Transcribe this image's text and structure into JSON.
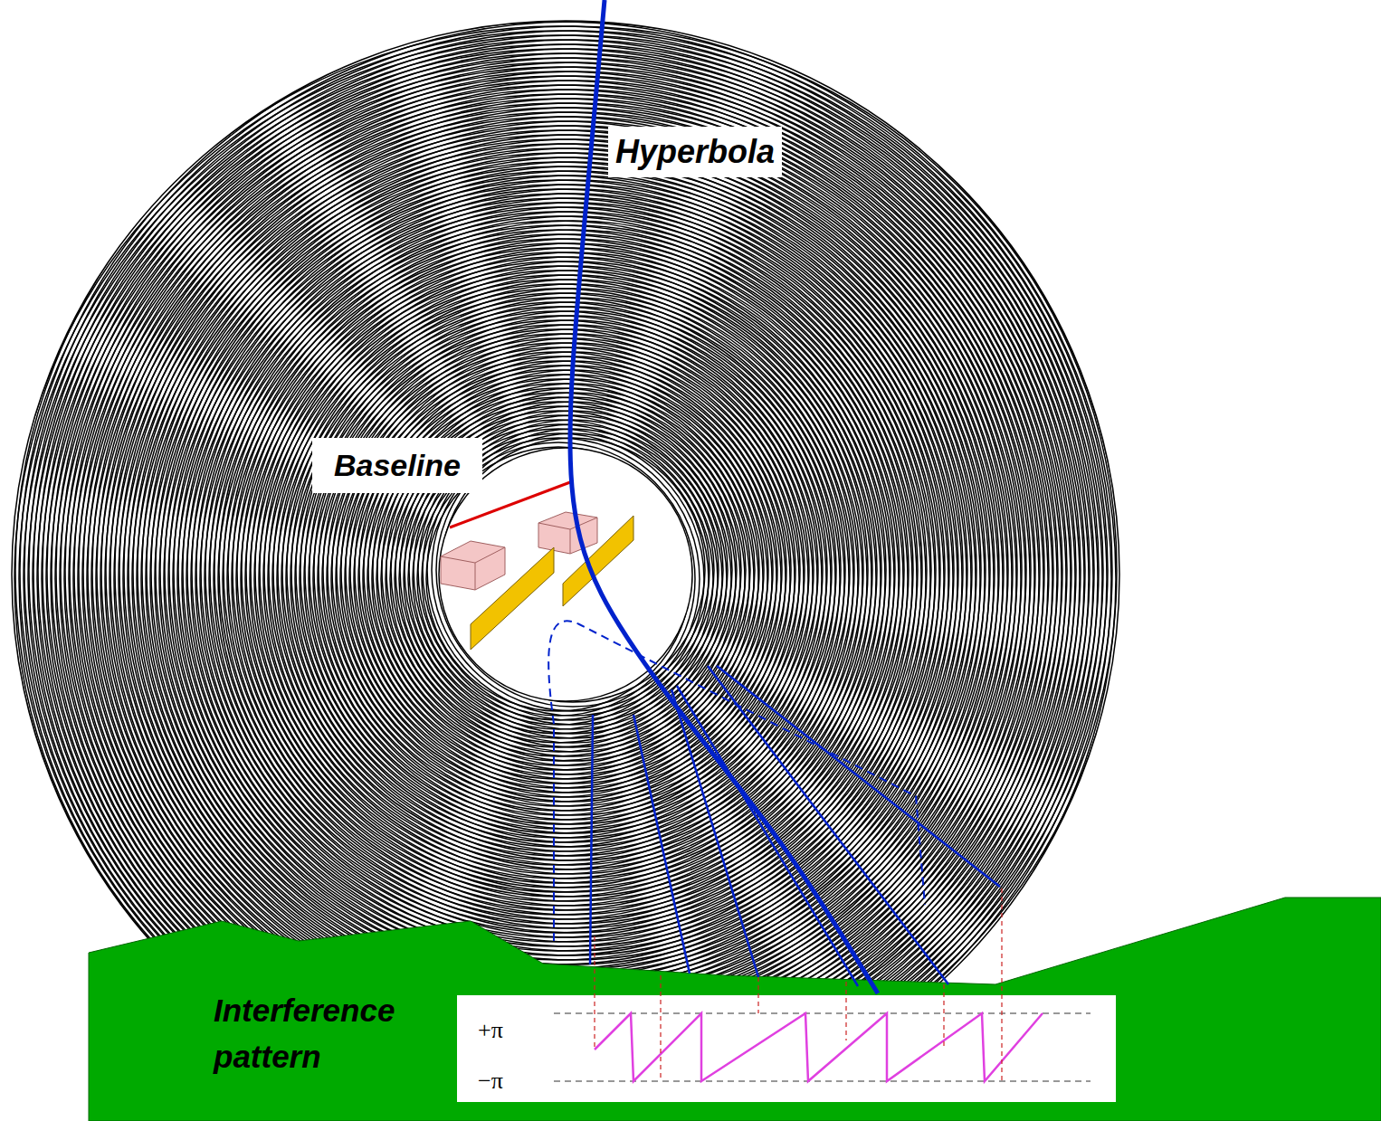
{
  "diagram": {
    "labels": [
      "Hyperbola",
      "Baseline",
      "Interference pattern",
      "+π",
      "−π"
    ]
  }
}
